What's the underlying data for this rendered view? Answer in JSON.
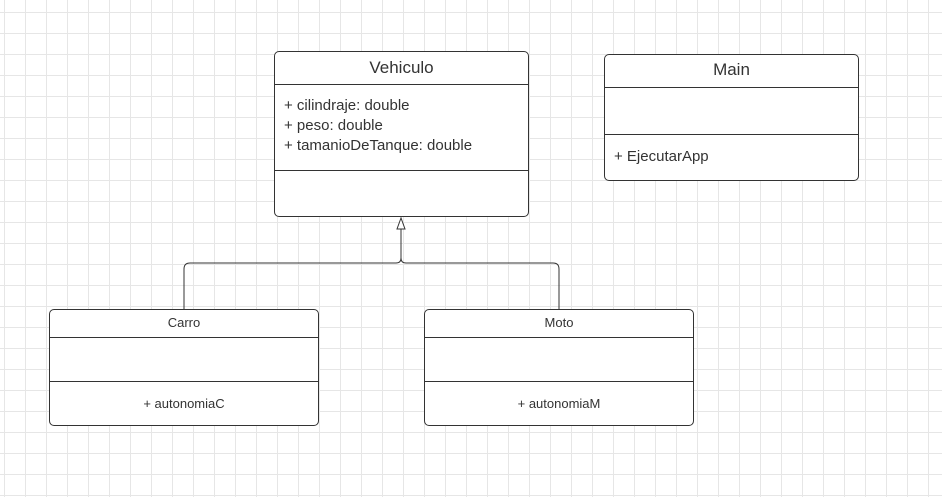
{
  "diagram": {
    "classes": [
      {
        "key": "vehiculo",
        "name": "Vehiculo",
        "attributes": [
          "+ cilindraje: double",
          "+ peso: double",
          "+ tamanioDeTanque: double"
        ],
        "operations": []
      },
      {
        "key": "main",
        "name": "Main",
        "attributes": [],
        "operations": [
          "+ EjecutarApp"
        ]
      },
      {
        "key": "carro",
        "name": "Carro",
        "attributes": [],
        "operations": [
          "+ autonomiaC"
        ]
      },
      {
        "key": "moto",
        "name": "Moto",
        "attributes": [],
        "operations": [
          "+ autonomiaM"
        ]
      }
    ],
    "relationships": [
      {
        "type": "generalization",
        "from": "Carro",
        "to": "Vehiculo"
      },
      {
        "type": "generalization",
        "from": "Moto",
        "to": "Vehiculo"
      }
    ],
    "colors": {
      "stroke": "#333333",
      "grid": "#e6e6e6",
      "background": "#ffffff"
    }
  }
}
